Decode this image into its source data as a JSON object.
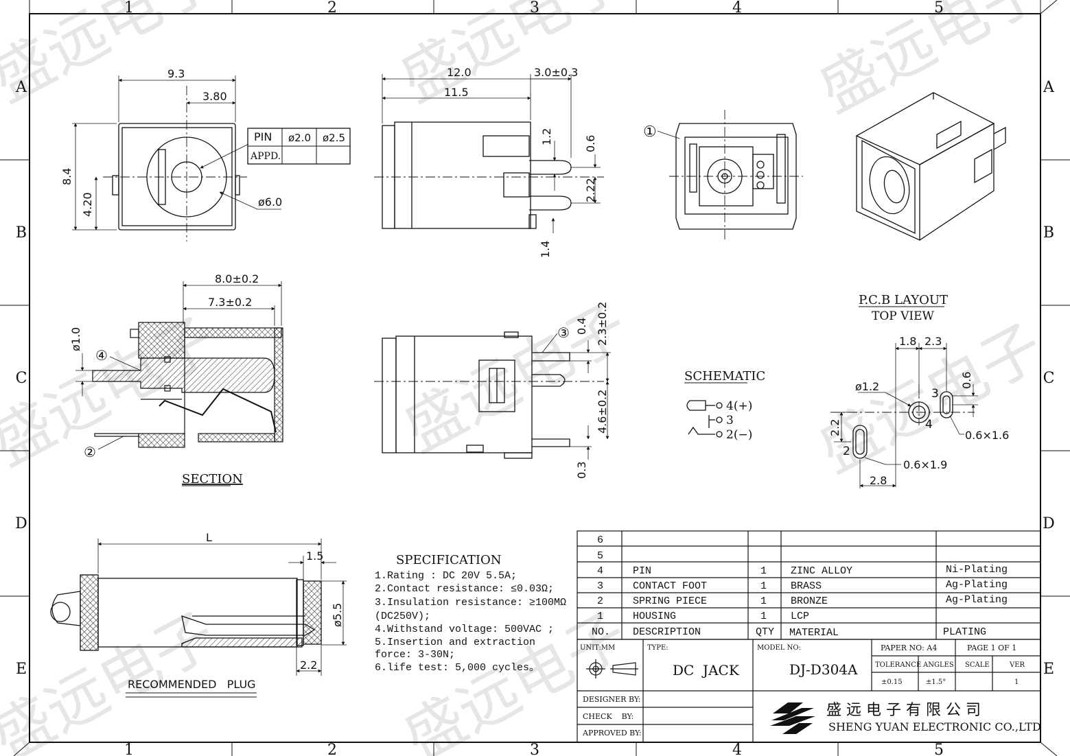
{
  "watermark": "盛远电子",
  "frame": {
    "cols": [
      "1",
      "2",
      "3",
      "4",
      "5"
    ],
    "rows": [
      "A",
      "B",
      "C",
      "D",
      "E"
    ]
  },
  "front_view": {
    "dims": {
      "width": "9.3",
      "offset": "3.80",
      "height": "8.4",
      "center": "4.20",
      "hole": "ø6.0"
    },
    "pin_table": {
      "h1": "PIN",
      "h2": "ø2.0",
      "h3": "ø2.5",
      "r1": "APPD."
    }
  },
  "side_view": {
    "dims": {
      "len": "12.0",
      "len_inner": "11.5",
      "tail": "3.0±0.3",
      "d1": "1.2",
      "d2": "0.6",
      "d3": "2.22",
      "d4": "1.4"
    }
  },
  "rear_view": {
    "callout": "①"
  },
  "section": {
    "title": "SECTION",
    "dims": {
      "a": "8.0±0.2",
      "b": "7.3±0.2",
      "pin": "ø1.0"
    },
    "callouts": [
      "④",
      "②"
    ]
  },
  "bottom_view": {
    "callout": "③",
    "dims": {
      "a": "0.4",
      "b": "2.3±0.2",
      "c": "4.6±0.2",
      "d": "0.3"
    }
  },
  "schematic": {
    "title": "SCHEMATIC",
    "pins": [
      "4(+)",
      "3",
      "2(−)"
    ]
  },
  "pcb": {
    "title": "P.C.B LAYOUT",
    "subtitle": "TOP VIEW",
    "dims": {
      "a": "1.8",
      "b": "2.3",
      "c": "ø1.2",
      "d": "0.6",
      "e": "2.2",
      "f": "2.8",
      "g": "0.6×1.6",
      "h": "0.6×1.9"
    },
    "pins": [
      "3",
      "4",
      "2"
    ]
  },
  "plug": {
    "title": "RECOMMENDED   PLUG",
    "dims": {
      "L": "L",
      "a": "1.5",
      "dia": "ø5.5",
      "b": "2.2"
    }
  },
  "specification": {
    "title": "SPECIFICATION",
    "lines": [
      "1.Rating : DC 20V 5.5A;",
      "2.Contact resistance: ≤0.03Ω;",
      "3.Insulation resistance: ≥100MΩ",
      "(DC250V);",
      "4.Withstand voltage: 500VAC ;",
      "5.Insertion and extraction",
      "force: 3-30N;",
      "6.life test: 5,000 cycles。"
    ]
  },
  "bom": {
    "rows": [
      {
        "no": "6",
        "desc": "",
        "qty": "",
        "material": "",
        "plating": ""
      },
      {
        "no": "5",
        "desc": "",
        "qty": "",
        "material": "",
        "plating": ""
      },
      {
        "no": "4",
        "desc": "PIN",
        "qty": "1",
        "material": "ZINC ALLOY",
        "plating": "Ni-Plating"
      },
      {
        "no": "3",
        "desc": "CONTACT FOOT",
        "qty": "1",
        "material": "BRASS",
        "plating": "Ag-Plating"
      },
      {
        "no": "2",
        "desc": "SPRING PIECE",
        "qty": "1",
        "material": "BRONZE",
        "plating": "Ag-Plating"
      },
      {
        "no": "1",
        "desc": "HOUSING",
        "qty": "1",
        "material": "LCP",
        "plating": ""
      }
    ],
    "header": {
      "no": "NO.",
      "desc": "DESCRIPTION",
      "qty": "QTY",
      "material": "MATERIAL",
      "plating": "PLATING"
    }
  },
  "title_block": {
    "unit_label": "UNIT:MM",
    "type_label": "TYPE:",
    "type_value": "DC  JACK",
    "model_label": "MODEL NO:",
    "model_value": "DJ-D304A",
    "paper_label": "PAPER NO: A4",
    "page_label": "PAGE 1 OF 1",
    "tol_label": "TOLERANCE",
    "angles_label": "ANGLES",
    "scale_label": "SCALE",
    "ver_label": "VER",
    "tol_value": "±0.15",
    "angles_value": "±1.5°",
    "scale_value": "",
    "ver_value": "1",
    "designer_label": "DESIGNER BY:",
    "check_label": "CHECK    BY:",
    "approved_label": "APPROVED BY:",
    "company_cn": "盛 远 电 子 有 限 公 司",
    "company_en": "SHENG YUAN ELECTRONIC CO.,LTD"
  }
}
